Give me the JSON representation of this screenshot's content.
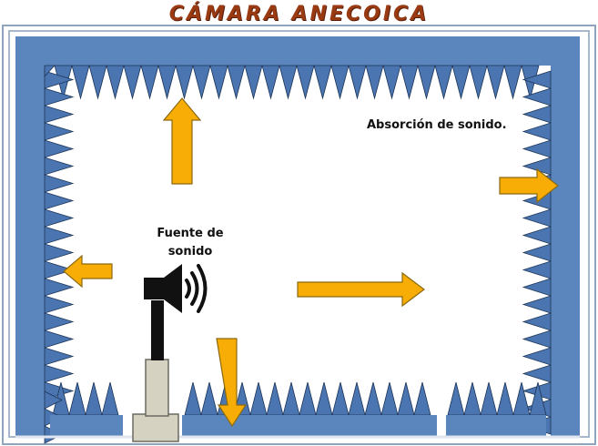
{
  "title": "CÁMARA ANECOICA",
  "labels": {
    "absorption": "Absorción de sonido.",
    "source": "Fuente de sonido"
  },
  "colors": {
    "wall_blue": "#5b86bd",
    "wedge_blue": "#4a75b0",
    "arrow_fill": "#f7ad05",
    "arrow_stroke": "#8a6a10",
    "title_color": "#9a3a12"
  },
  "icons": [
    "speaker-icon",
    "sound-wave-icon",
    "arrow-icon"
  ]
}
